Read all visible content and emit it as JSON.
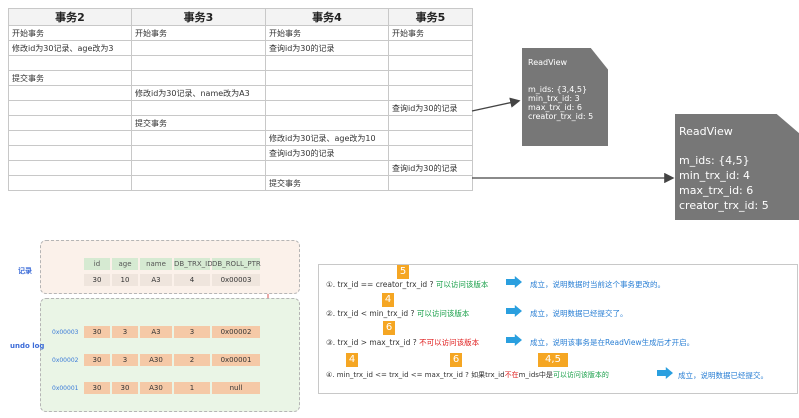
{
  "table": {
    "headers": [
      "事务2",
      "事务3",
      "事务4",
      "事务5"
    ],
    "rows": [
      [
        "开始事务",
        "开始事务",
        "开始事务",
        "开始事务"
      ],
      [
        "修改id为30记录、age改为3",
        "",
        "查询id为30的记录",
        ""
      ],
      [
        "",
        "",
        "",
        ""
      ],
      [
        "提交事务",
        "",
        "",
        ""
      ],
      [
        "",
        "修改id为30记录、name改为A3",
        "",
        ""
      ],
      [
        "",
        "",
        "",
        "查询id为30的记录"
      ],
      [
        "",
        "提交事务",
        "",
        ""
      ],
      [
        "",
        "",
        "修改id为30记录、age改为10",
        ""
      ],
      [
        "",
        "",
        "查询id为30的记录",
        ""
      ],
      [
        "",
        "",
        "",
        "查询id为30的记录"
      ],
      [
        "",
        "",
        "提交事务",
        ""
      ]
    ]
  },
  "readview1": {
    "title": "ReadView",
    "lines": [
      "m_ids: {3,4,5}",
      "min_trx_id: 3",
      "max_trx_id: 6",
      "creator_trx_id: 5"
    ]
  },
  "readview2": {
    "title": "ReadView",
    "lines": [
      "m_ids: {4,5}",
      "min_trx_id: 4",
      "max_trx_id: 6",
      "creator_trx_id: 5"
    ]
  },
  "record": {
    "label": "记录",
    "headers": [
      "id",
      "age",
      "name",
      "DB_TRX_ID",
      "DB_ROLL_PTR"
    ],
    "row": [
      "30",
      "10",
      "A3",
      "4",
      "0x00003"
    ]
  },
  "undo": {
    "label": "undo log",
    "rows": [
      {
        "addr": "0x00003",
        "cells": [
          "30",
          "3",
          "A3",
          "3",
          "0x00002"
        ]
      },
      {
        "addr": "0x00002",
        "cells": [
          "30",
          "3",
          "A30",
          "2",
          "0x00001"
        ]
      },
      {
        "addr": "0x00001",
        "cells": [
          "30",
          "30",
          "A30",
          "1",
          "null"
        ]
      }
    ]
  },
  "rules": {
    "r1": {
      "num": "①. ",
      "cond": "trx_id  == creator_trx_id ?",
      "verdict": "可以访问该版本",
      "result": "成立，说明数据时当前这个事务更改的。",
      "tag": "5"
    },
    "r2": {
      "num": "②. ",
      "cond": "trx_id < min_trx_id ?",
      "verdict": "可以访问该版本",
      "result": "成立，说明数据已经提交了。",
      "tag": "4"
    },
    "r3": {
      "num": "③. ",
      "cond": "trx_id > max_trx_id ?",
      "verdict": "不可以访问该版本",
      "result": "成立，说明该事务是在ReadView生成后才开启。",
      "tag": "6"
    },
    "r4": {
      "num": "④. ",
      "cond_a": "min_trx_id <= trx_id <= max_trx_id ?  如果trx_id",
      "neg": "不在",
      "cond_b": "m_ids中是",
      "verdict": "可以访问该版本的",
      "result": "成立，说明数据已经提交。",
      "tag_a": "4",
      "tag_b": "6",
      "tag_c": "4,5"
    }
  },
  "colors": {
    "accent_blue": "#2a9fdf",
    "tag_orange": "#f5a623",
    "note_gray": "#777777",
    "green": "#1aa04a",
    "red": "#e02020"
  }
}
